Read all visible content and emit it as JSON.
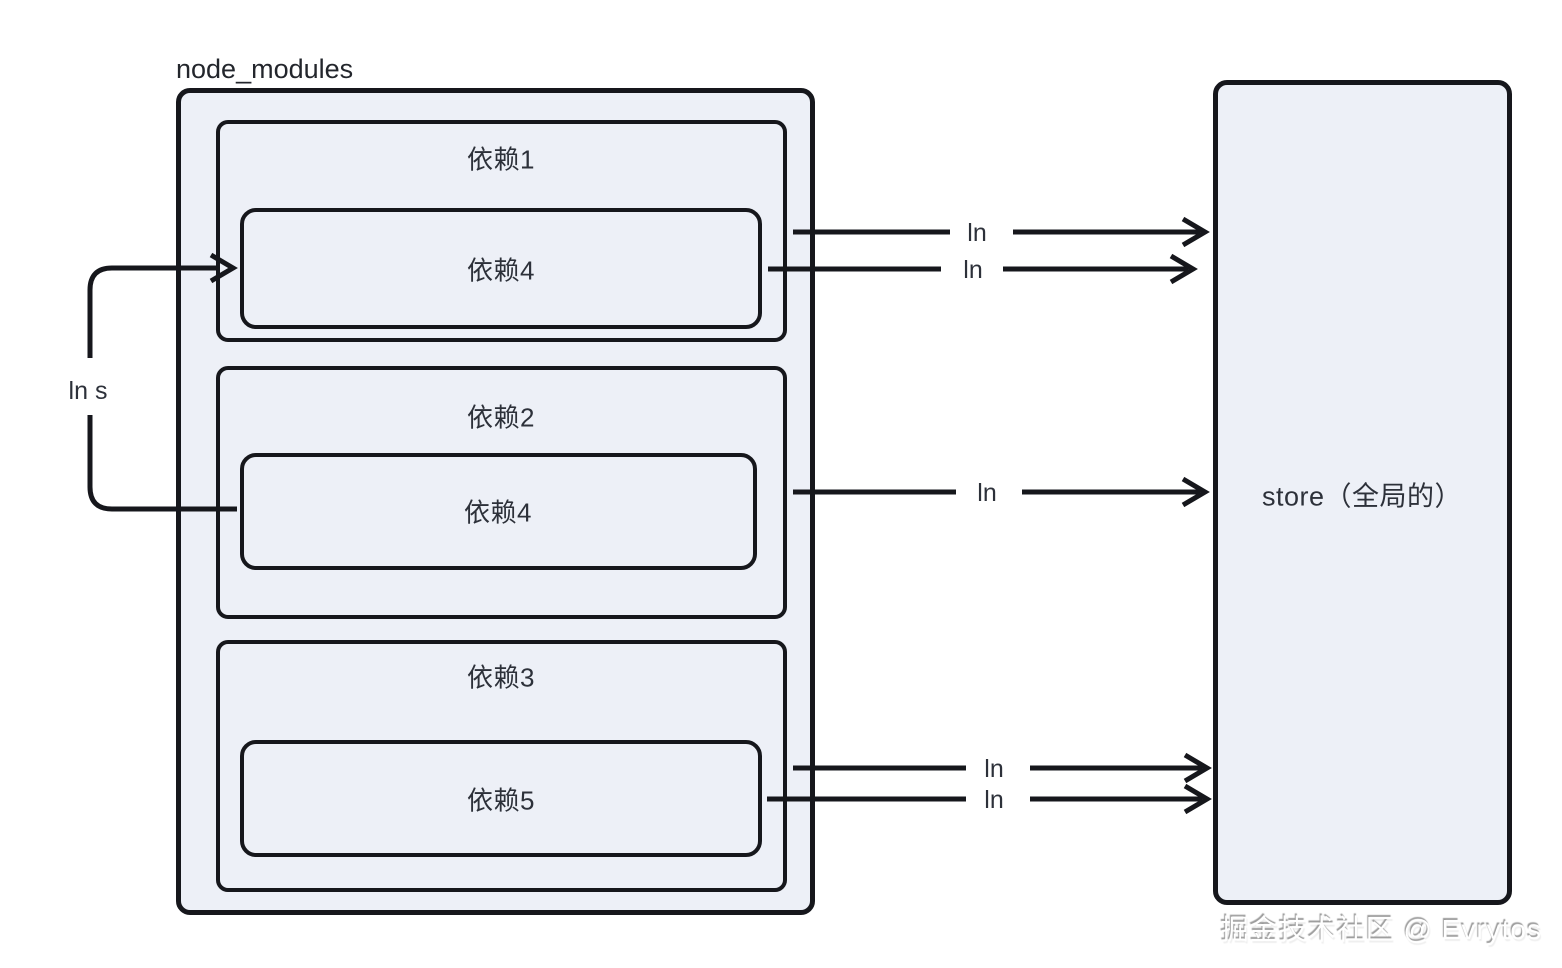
{
  "diagram": {
    "container_label": "node_modules",
    "groups": [
      {
        "label": "依赖1",
        "child_label": "依赖4"
      },
      {
        "label": "依赖2",
        "child_label": "依赖4"
      },
      {
        "label": "依赖3",
        "child_label": "依赖5"
      }
    ],
    "store_label": "store（全局的）",
    "links": [
      {
        "label": "ln",
        "from": "依赖1",
        "to": "store"
      },
      {
        "label": "ln",
        "from": "依赖1/依赖4",
        "to": "store"
      },
      {
        "label": "ln",
        "from": "依赖2",
        "to": "store"
      },
      {
        "label": "ln",
        "from": "依赖3",
        "to": "store"
      },
      {
        "label": "ln",
        "from": "依赖3/依赖5",
        "to": "store"
      },
      {
        "label": "ln s",
        "from": "依赖2/依赖4",
        "to": "依赖1/依赖4"
      }
    ],
    "watermark": "掘金技术社区 @ Evrytos",
    "colors": {
      "stroke": "#16171c",
      "box_fill": "#edf0f7",
      "text": "#2d313a"
    }
  }
}
